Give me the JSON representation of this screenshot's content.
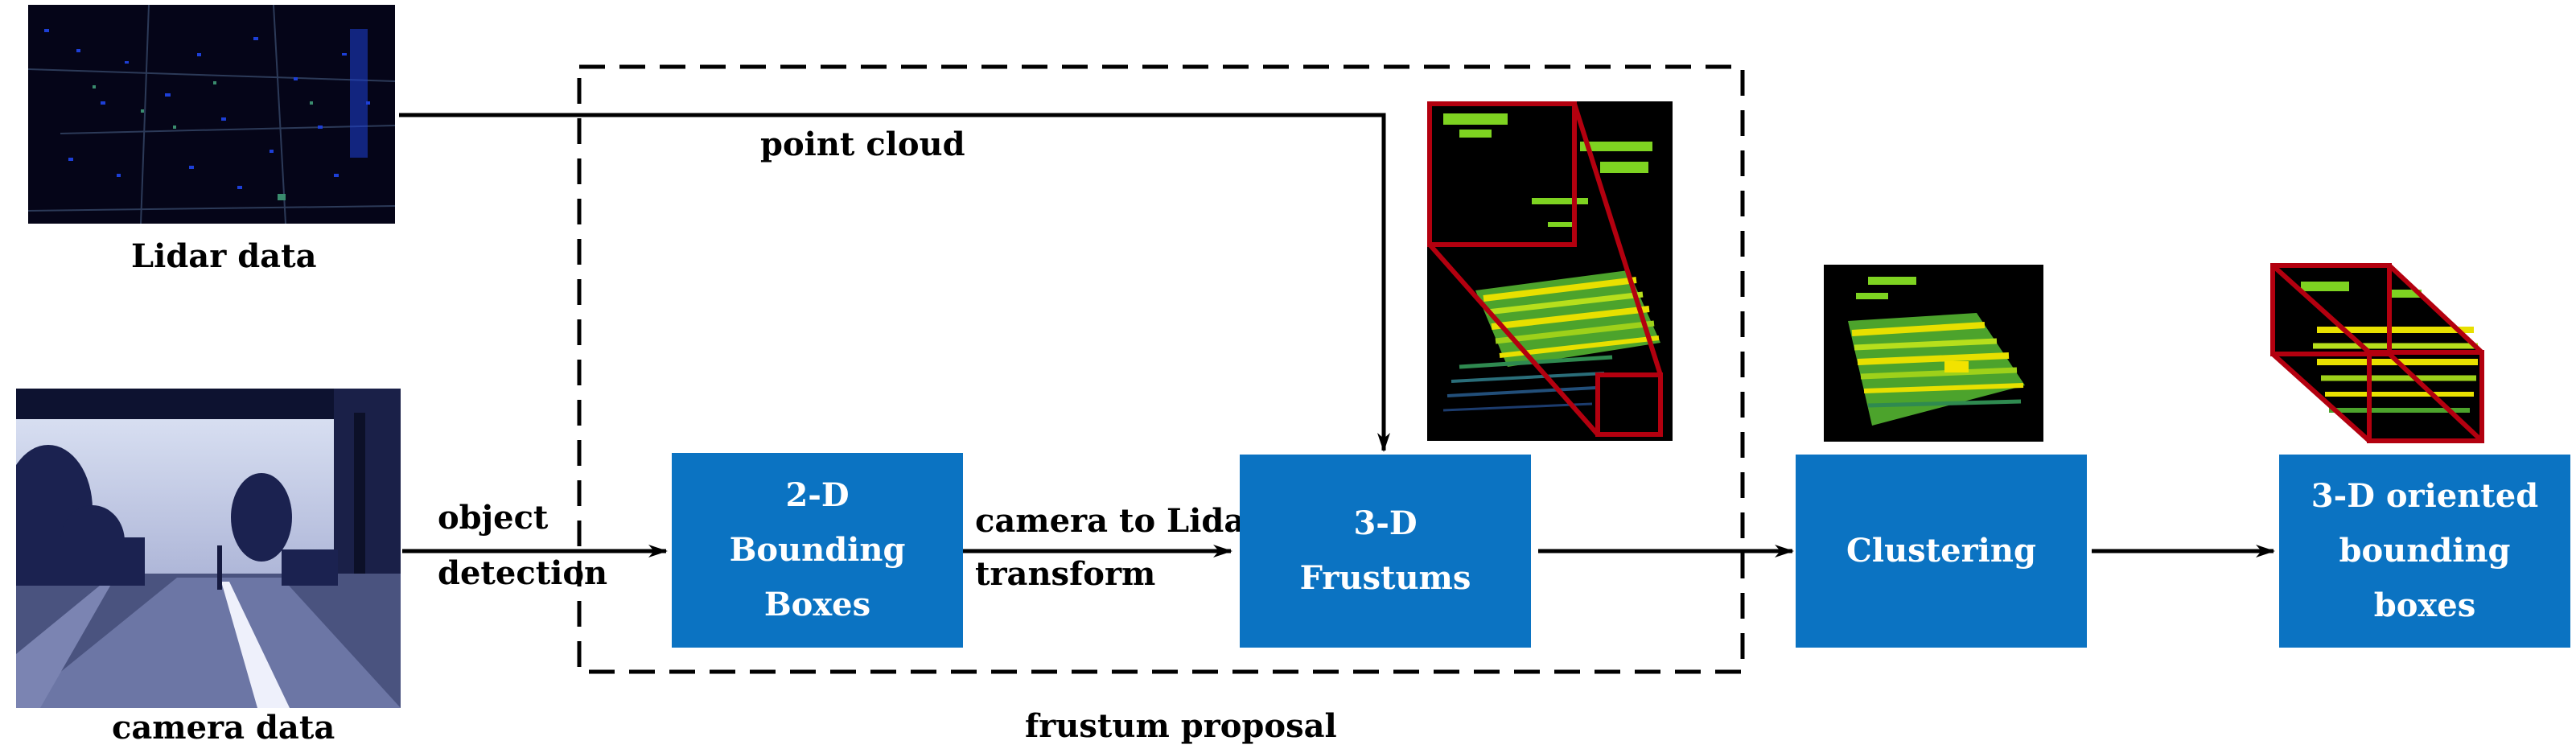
{
  "inputs": {
    "lidar_label": "Lidar data",
    "camera_label": "camera data"
  },
  "edges": {
    "point_cloud": "point cloud",
    "object_detection_line1": "object",
    "object_detection_line2": "detection",
    "camera_to_lidar_line1": "camera to Lidar",
    "camera_to_lidar_line2": "transform"
  },
  "group": {
    "label": "frustum proposal"
  },
  "boxes": {
    "bbox2d": [
      "2-D",
      "Bounding",
      "Boxes"
    ],
    "frustums": [
      "3-D",
      "Frustums"
    ],
    "clustering": [
      "Clustering"
    ],
    "oriented": [
      "3-D oriented",
      "bounding",
      "boxes"
    ]
  },
  "colors": {
    "box_fill": "#0b73c2",
    "highlight": "#b3000f",
    "lidar_bg": "#050518",
    "point_green": "#7ed321",
    "point_yellow": "#f2e300"
  }
}
